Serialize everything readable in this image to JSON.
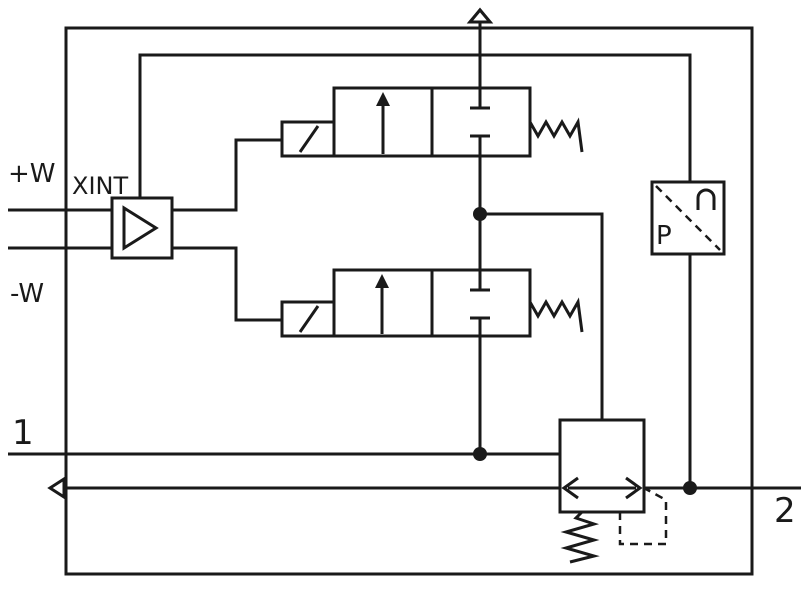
{
  "labels": {
    "plus_w": "+W",
    "minus_w": "-W",
    "xint": "XINT",
    "port_1": "1",
    "port_2": "2",
    "pressure_p": "P"
  },
  "colors": {
    "line": "#1a1a1a",
    "background": "#ffffff"
  }
}
